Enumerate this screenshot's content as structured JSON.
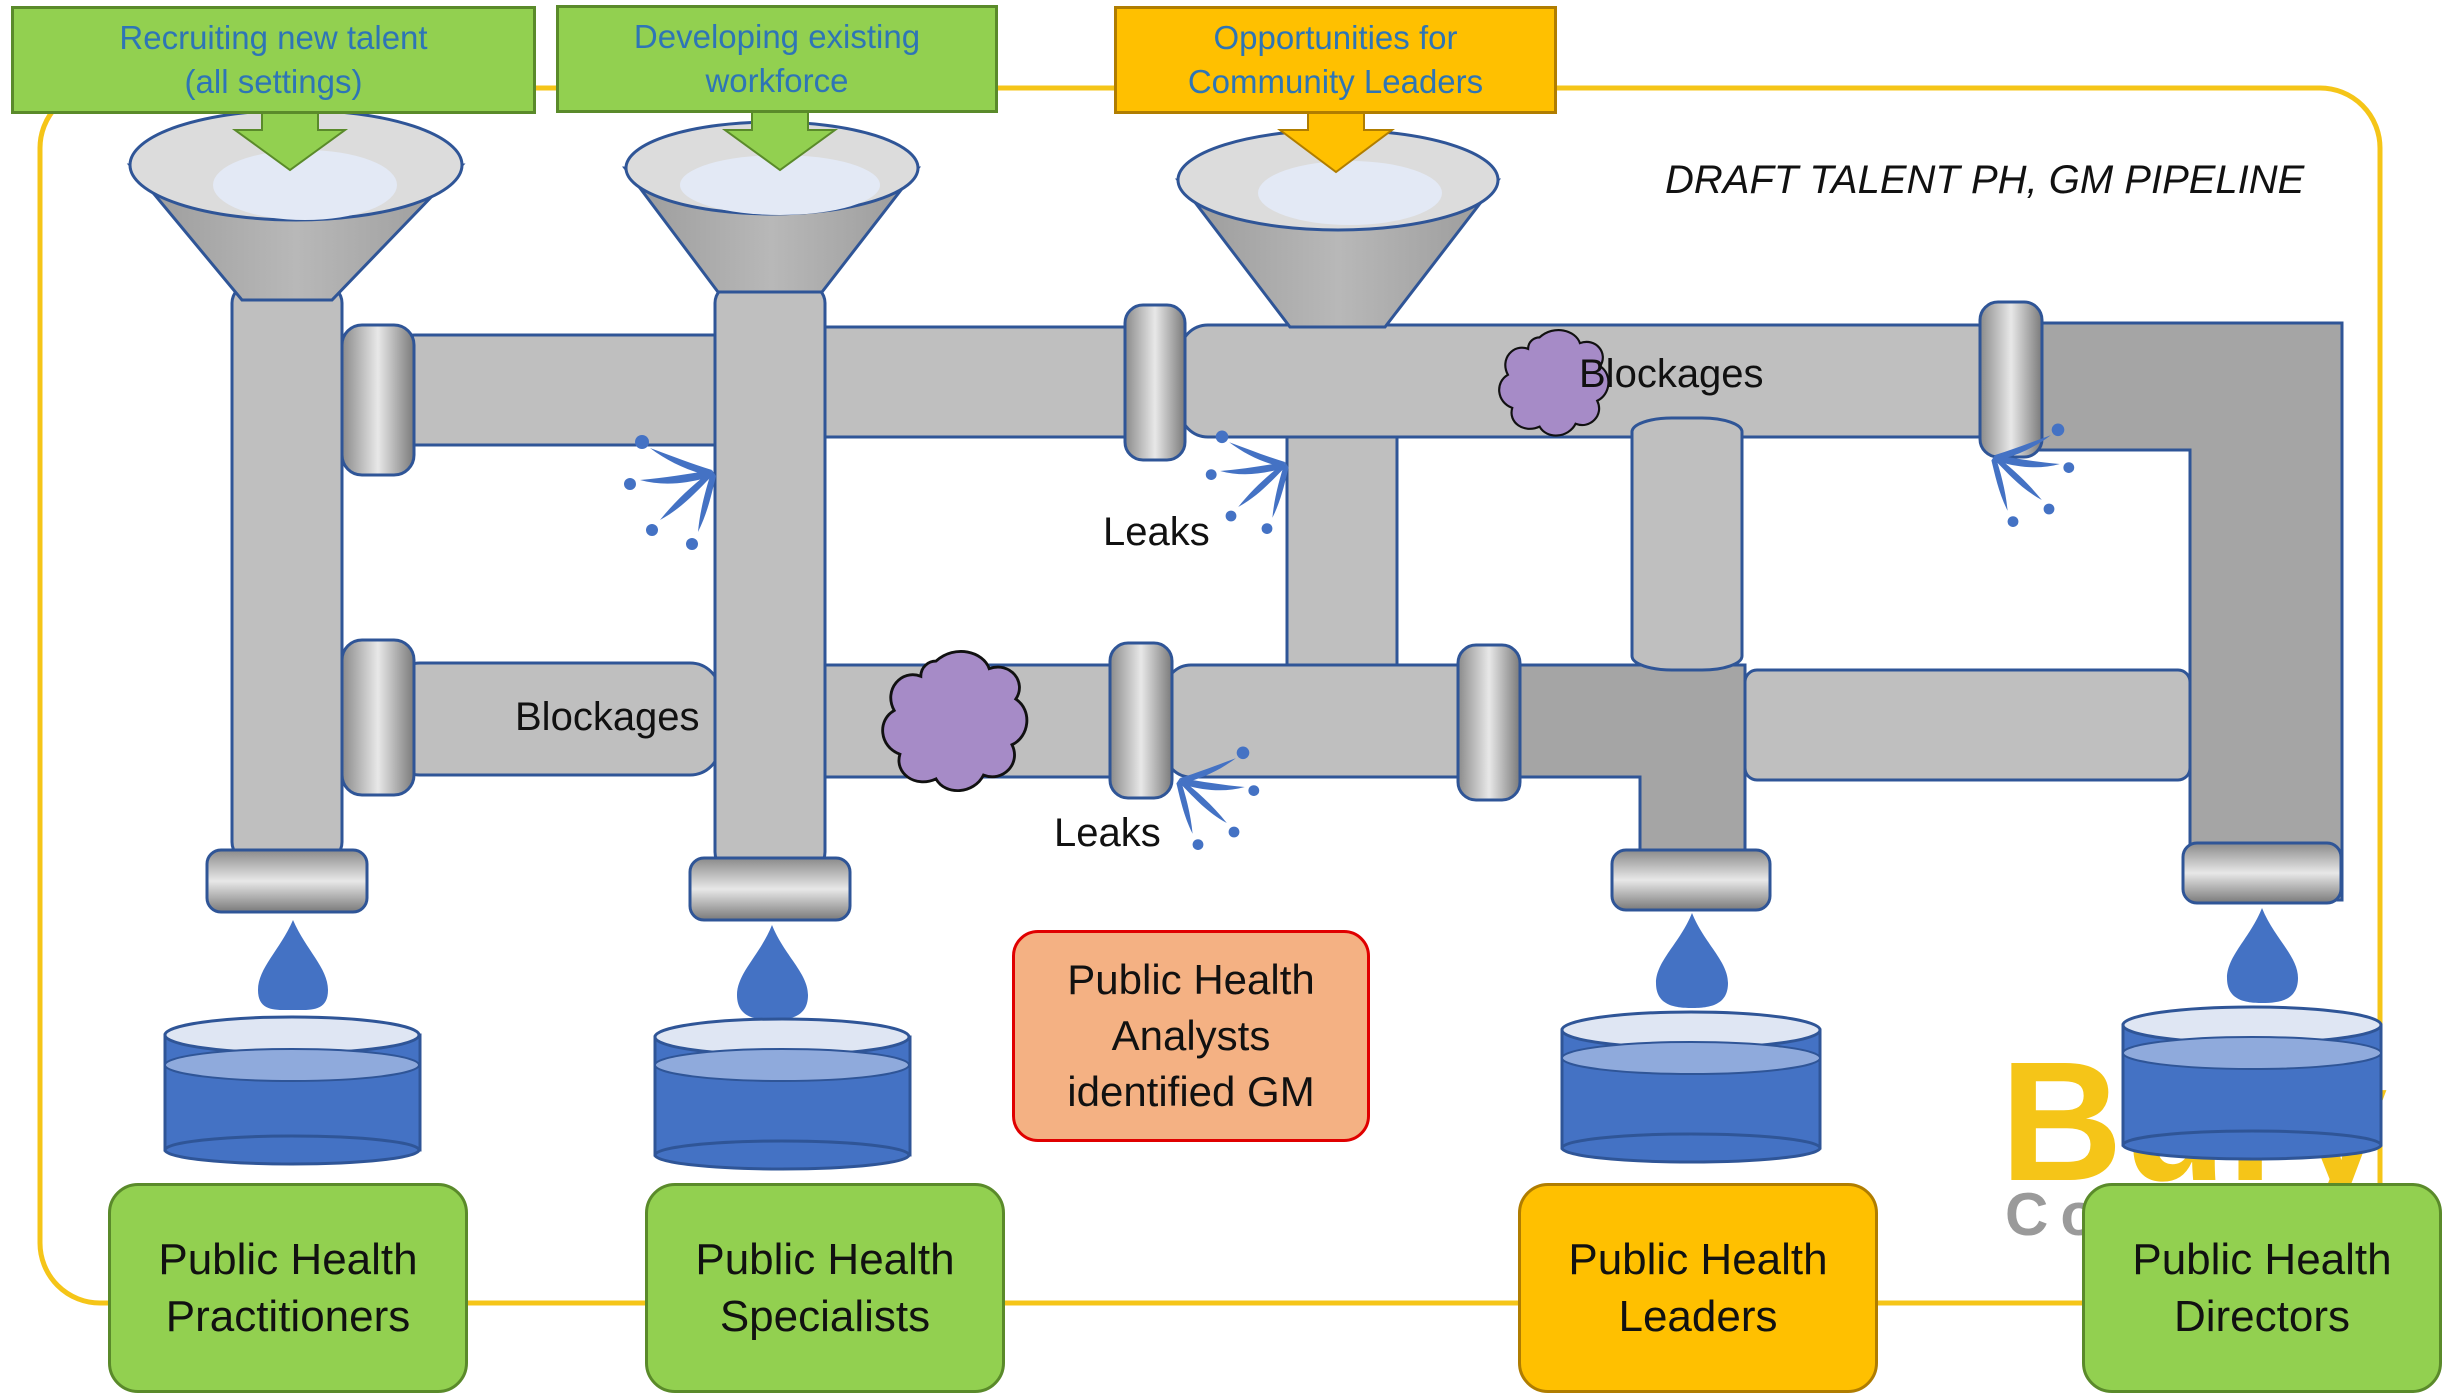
{
  "title": "DRAFT TALENT PH, GM PIPELINE",
  "colors": {
    "frame": "#f5c518",
    "pipe": "#bfbfbf",
    "pipe_dark": "#a5a5a5",
    "pipe_edge": "#2f5597",
    "water": "#4472c4",
    "blockage": "#a68bc7",
    "green": "#92d050",
    "orange": "#ffc000",
    "salmon": "#f4b183"
  },
  "sources": [
    {
      "text": "Recruiting new talent\n(all settings)",
      "color": "green"
    },
    {
      "text": "Developing existing\nworkforce",
      "color": "green"
    },
    {
      "text": "Opportunities for\nCommunity Leaders",
      "color": "orange"
    }
  ],
  "labels": {
    "blockages_top": "Blockages",
    "blockages_left": "Blockages",
    "leaks_top": "Leaks",
    "leaks_bottom": "Leaks"
  },
  "analyst_box": "Public Health\nAnalysts\nidentified GM",
  "targets": [
    {
      "text": "Public Health\nPractitioners",
      "color": "green"
    },
    {
      "text": "Public Health\nSpecialists",
      "color": "green"
    },
    {
      "text": "Public Health\nLeaders",
      "color": "orange"
    },
    {
      "text": "Public Health\nDirectors",
      "color": "green"
    }
  ],
  "logo": {
    "main": "Bury",
    "sub": "Co"
  },
  "icons": [
    "funnel-icon",
    "arrow-down-icon",
    "pipe-joint-icon",
    "water-drop-icon",
    "bucket-icon",
    "leak-splash-icon",
    "blockage-cloud-icon"
  ]
}
